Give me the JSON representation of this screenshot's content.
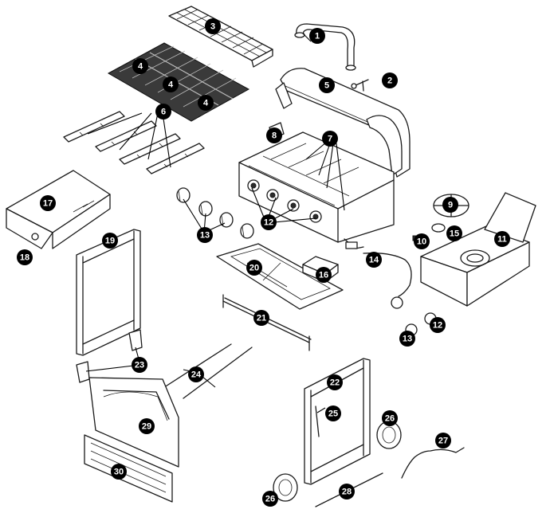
{
  "callouts": [
    {
      "id": "c1",
      "label": "1"
    },
    {
      "id": "c2",
      "label": "2"
    },
    {
      "id": "c3",
      "label": "3"
    },
    {
      "id": "c4a",
      "label": "4"
    },
    {
      "id": "c4b",
      "label": "4"
    },
    {
      "id": "c4c",
      "label": "4"
    },
    {
      "id": "c5",
      "label": "5"
    },
    {
      "id": "c6",
      "label": "6"
    },
    {
      "id": "c7",
      "label": "7"
    },
    {
      "id": "c8",
      "label": "8"
    },
    {
      "id": "c9",
      "label": "9"
    },
    {
      "id": "c10",
      "label": "10"
    },
    {
      "id": "c11",
      "label": "11"
    },
    {
      "id": "c12a",
      "label": "12"
    },
    {
      "id": "c12b",
      "label": "12"
    },
    {
      "id": "c13a",
      "label": "13"
    },
    {
      "id": "c13b",
      "label": "13"
    },
    {
      "id": "c14",
      "label": "14"
    },
    {
      "id": "c15",
      "label": "15"
    },
    {
      "id": "c16",
      "label": "16"
    },
    {
      "id": "c17",
      "label": "17"
    },
    {
      "id": "c18",
      "label": "18"
    },
    {
      "id": "c19",
      "label": "19"
    },
    {
      "id": "c20",
      "label": "20"
    },
    {
      "id": "c21",
      "label": "21"
    },
    {
      "id": "c22",
      "label": "22"
    },
    {
      "id": "c23",
      "label": "23"
    },
    {
      "id": "c24",
      "label": "24"
    },
    {
      "id": "c25",
      "label": "25"
    },
    {
      "id": "c26a",
      "label": "26"
    },
    {
      "id": "c26b",
      "label": "26"
    },
    {
      "id": "c27",
      "label": "27"
    },
    {
      "id": "c28",
      "label": "28"
    },
    {
      "id": "c29",
      "label": "29"
    },
    {
      "id": "c30",
      "label": "30"
    }
  ]
}
